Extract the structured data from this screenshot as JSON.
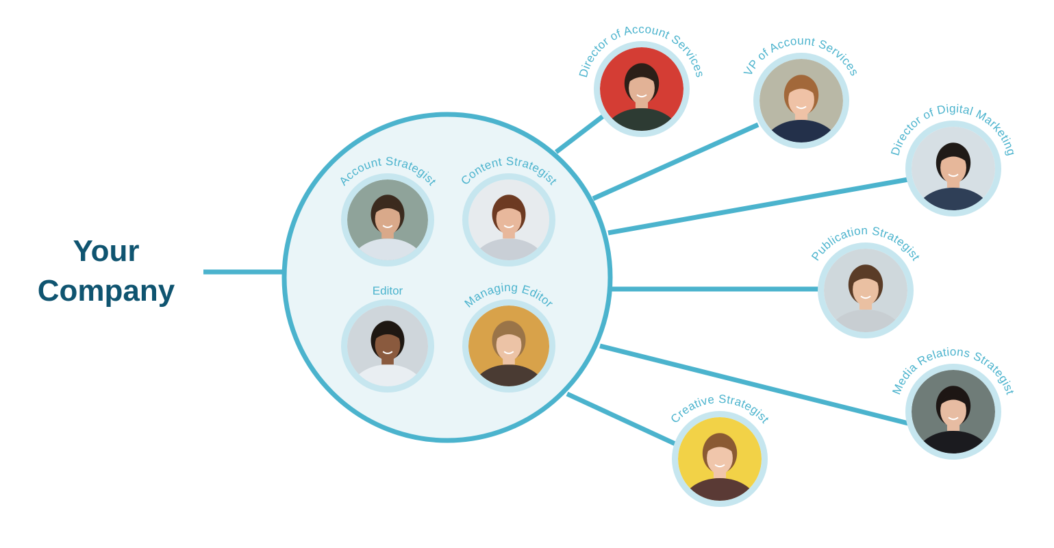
{
  "company": {
    "line1": "Your",
    "line2": "Company"
  },
  "colors": {
    "line": "#4bb3cd",
    "ring": "#c6e6ef",
    "hub_fill": "#eaf5f8",
    "title": "#0f5470",
    "label": "#4bb3cd"
  },
  "core_team": [
    {
      "role": "Account Strategist",
      "photo_icon": "person-portrait-icon"
    },
    {
      "role": "Content Strategist",
      "photo_icon": "person-portrait-icon"
    },
    {
      "role": "Editor",
      "photo_icon": "person-portrait-icon"
    },
    {
      "role": "Managing Editor",
      "photo_icon": "person-portrait-icon"
    }
  ],
  "extended_team": [
    {
      "role": "Director of Account Services",
      "photo_icon": "person-portrait-icon"
    },
    {
      "role": "VP of Account Services",
      "photo_icon": "person-portrait-icon"
    },
    {
      "role": "Director of Digital Marketing",
      "photo_icon": "person-portrait-icon"
    },
    {
      "role": "Publication Strategist",
      "photo_icon": "person-portrait-icon"
    },
    {
      "role": "Media Relations Strategist",
      "photo_icon": "person-portrait-icon"
    },
    {
      "role": "Creative Strategist",
      "photo_icon": "person-portrait-icon"
    }
  ]
}
